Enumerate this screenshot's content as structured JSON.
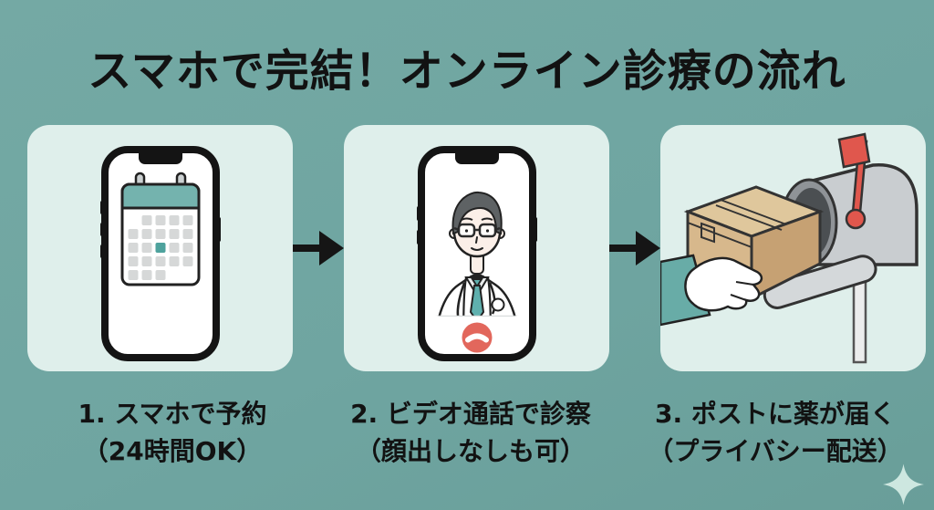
{
  "title": "スマホで完結！オンライン診療の流れ",
  "steps": [
    {
      "number": "1",
      "caption_line1": "1. スマホで予約",
      "caption_line2": "（24時間OK）",
      "illustration": "smartphone-with-calendar-booking"
    },
    {
      "number": "2",
      "caption_line1": "2. ビデオ通話で診察",
      "caption_line2": "（顔出しなしも可）",
      "illustration": "smartphone-video-call-with-doctor"
    },
    {
      "number": "3",
      "caption_line1": "3. ポストに薬が届く",
      "caption_line2": "（プライバシー配送）",
      "illustration": "mailbox-receiving-medicine-package"
    }
  ],
  "arrows": {
    "glyph": "→",
    "between_steps": [
      "1→2",
      "2→3"
    ]
  },
  "decoration": {
    "sparkle_icon": "four-point-star-sparkle"
  },
  "colors": {
    "background": "#6FA5A1",
    "card": "#DFEFEB",
    "text": "#121212",
    "teal_accent": "#6FB3AE",
    "calendar_highlight": "#4EA29D",
    "call_end_red": "#E2675C",
    "flag_red": "#E0574D",
    "package_tan": "#D7B88C",
    "sparkle": "#CDE7E0"
  }
}
